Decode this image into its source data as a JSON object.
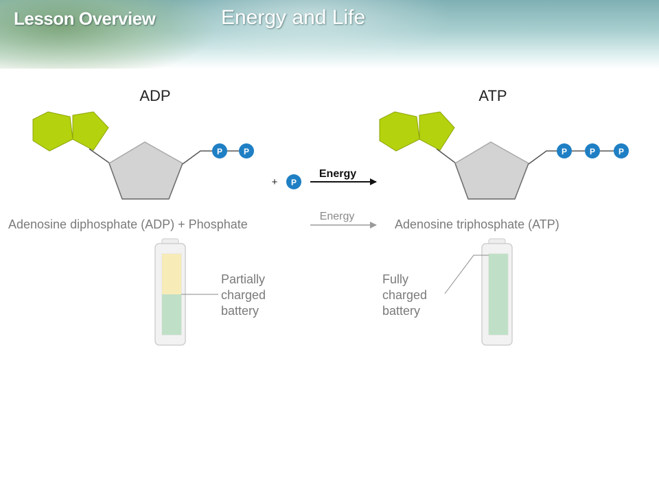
{
  "header": {
    "lesson_label": "Lesson Overview",
    "title": "Energy and Life"
  },
  "diagram": {
    "adp_heading": "ADP",
    "atp_heading": "ATP",
    "phosphate_symbol": "P",
    "plus_sign": "+",
    "energy_label": "Energy",
    "equation": {
      "left": "Adenosine diphosphate (ADP) + Phosphate",
      "energy": "Energy",
      "right": "Adenosine triphosphate (ATP)"
    },
    "adp_battery_label": [
      "Partially",
      "charged",
      "battery"
    ],
    "atp_battery_label": [
      "Fully",
      "charged",
      "battery"
    ],
    "adp_battery_level": 0.5,
    "atp_battery_level": 1.0
  },
  "colors": {
    "base_green": "#b5d20e",
    "sugar_gray": "#cfcfcf",
    "phosphate_blue": "#1f7fc4",
    "battery_green": "#bfe0c6",
    "battery_yellow": "#f7ecb8"
  }
}
